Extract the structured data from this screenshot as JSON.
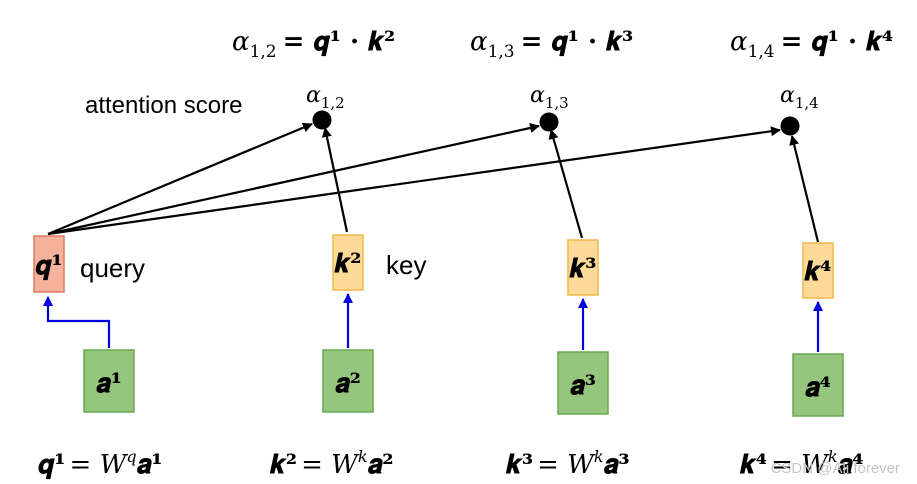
{
  "formulas_top": [
    {
      "alpha": "α",
      "sub": "1,2",
      "rhs": "= 𝒒¹ · 𝒌²"
    },
    {
      "alpha": "α",
      "sub": "1,3",
      "rhs": "= 𝒒¹ · 𝒌³"
    },
    {
      "alpha": "α",
      "sub": "1,4",
      "rhs": "= 𝒒¹ · 𝒌⁴"
    }
  ],
  "score_label": "attention score",
  "scores": [
    {
      "alpha": "α",
      "sub": "1,2"
    },
    {
      "alpha": "α",
      "sub": "1,3"
    },
    {
      "alpha": "α",
      "sub": "1,4"
    }
  ],
  "query_box": {
    "text": "𝒒¹",
    "label": "query",
    "fill": "#f4b19b",
    "stroke": "#e07a5f"
  },
  "key_boxes": [
    {
      "text": "𝒌²",
      "label": "key"
    },
    {
      "text": "𝒌³",
      "label": ""
    },
    {
      "text": "𝒌⁴",
      "label": ""
    }
  ],
  "key_style": {
    "fill": "#fdd99a",
    "stroke": "#f0b84a"
  },
  "input_boxes": [
    {
      "text": "𝒂¹"
    },
    {
      "text": "𝒂²"
    },
    {
      "text": "𝒂³"
    },
    {
      "text": "𝒂⁴"
    }
  ],
  "input_style": {
    "fill": "#95c67e",
    "stroke": "#6aa84f"
  },
  "formulas_bottom": [
    {
      "text": "𝒒¹ = W q 𝒂¹",
      "lhs": "𝒒¹",
      "w": "= W",
      "sup": "q",
      "rhs": "𝒂¹"
    },
    {
      "text": "𝒌² = W k 𝒂²",
      "lhs": "𝒌²",
      "w": "= W",
      "sup": "k",
      "rhs": "𝒂²"
    },
    {
      "text": "𝒌³ = W k 𝒂³",
      "lhs": "𝒌³",
      "w": "= W",
      "sup": "k",
      "rhs": "𝒂³"
    },
    {
      "text": "𝒌⁴ = W k 𝒂⁴",
      "lhs": "𝒌⁴",
      "w": "= W",
      "sup": "k",
      "rhs": "𝒂⁴"
    }
  ],
  "arrow_colors": {
    "black": "#000000",
    "blue": "#0000e0"
  },
  "watermark": "CSDN @Ali forever"
}
